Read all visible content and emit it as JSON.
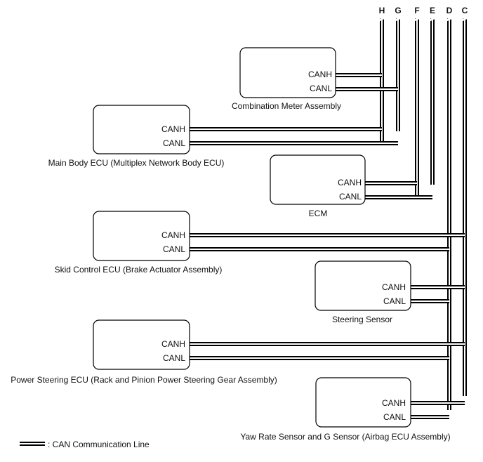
{
  "columns": [
    "H",
    "G",
    "F",
    "E",
    "D",
    "C"
  ],
  "pins": {
    "high": "CANH",
    "low": "CANL"
  },
  "ecus": {
    "meter": "Combination Meter Assembly",
    "body": "Main Body ECU (Multiplex Network Body ECU)",
    "ecm": "ECM",
    "skid": "Skid Control ECU (Brake Actuator Assembly)",
    "steer": "Steering Sensor",
    "ps": "Power Steering ECU (Rack and Pinion Power Steering Gear Assembly)",
    "yaw": "Yaw Rate Sensor and G Sensor (Airbag ECU Assembly)"
  },
  "legend": ": CAN Communication Line"
}
